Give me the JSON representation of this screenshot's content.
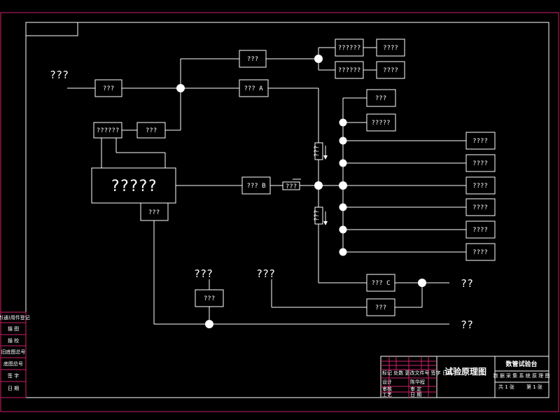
{
  "colors": {
    "background": "#000000",
    "line": "#ffffff",
    "frame": "#d0206a"
  },
  "nodes": {
    "input_label": "???",
    "box_input": "???",
    "box_top_mid": "???",
    "box_a": "??? A",
    "box_tr1a": "??????",
    "box_tr1b": "????",
    "box_tr2a": "??????",
    "box_tr2b": "????",
    "box_left_small": "??????",
    "box_left_small2": "???",
    "box_main": "?????",
    "box_main_under": "???",
    "box_b": "??? B",
    "box_b_inline": "???",
    "box_right_top1": "???",
    "box_right_top2": "?????",
    "vertical_tag1": "???",
    "vertical_tag2": "???",
    "right_outputs": [
      "????",
      "????",
      "????",
      "????",
      "????",
      "????"
    ],
    "box_c": "??? C",
    "box_c_lower": "???",
    "label_lower_left": "???",
    "box_lower_left": "???",
    "label_lower_mid": "???",
    "out_c": "??",
    "out_bottom": "??"
  },
  "title_block": {
    "drawing_title": "试验原理图",
    "project": "数管试验台",
    "sub_line": "数 据 采 集 系 统 原 理 图",
    "sheet_total": "共 1 张",
    "sheet_no": "第 1 张",
    "rows": [
      "标记 处数 更改文件号 签字 日期",
      "设计",
      "审核",
      "工艺"
    ],
    "values": [
      "",
      "陈华程",
      "审 定",
      "日 期"
    ]
  },
  "side_strip": [
    "借(通)用件登记",
    "描 图",
    "描 校",
    "旧底图总号",
    "底图总号",
    "签 字",
    "日 期"
  ]
}
